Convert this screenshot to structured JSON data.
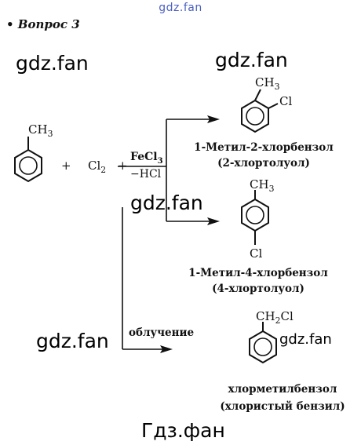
{
  "watermarks": {
    "top": "gdz.fan",
    "left_upper": "gdz.fan",
    "right_upper": "gdz.fan",
    "middle": "gdz.fan",
    "left_lower": "gdz.fan",
    "small": "gdz.fan",
    "bottom": "Гдз.фан"
  },
  "question": {
    "title": "• Вопрос 3"
  },
  "reactants": {
    "toluene_substituent": "CH3",
    "plus_1": "+",
    "chlorine": "Cl2",
    "plus_2": "+"
  },
  "conditions": {
    "catalyst": "FeCl3",
    "byproduct": "−HCl",
    "irradiation": "облучение"
  },
  "products": [
    {
      "substituent_1": "CH3",
      "substituent_2": "Cl",
      "name": "1-Метил-2-хлорбензол",
      "alt_name": "(2-хлортолуол)"
    },
    {
      "substituent_1": "CH3",
      "substituent_2": "Cl",
      "name": "1-Метил-4-хлорбензол",
      "alt_name": "(4-хлортолуол)"
    },
    {
      "substituent_1": "CH2Cl",
      "name": "хлорметилбензол",
      "alt_name": "(хлористый бензил)"
    }
  ]
}
